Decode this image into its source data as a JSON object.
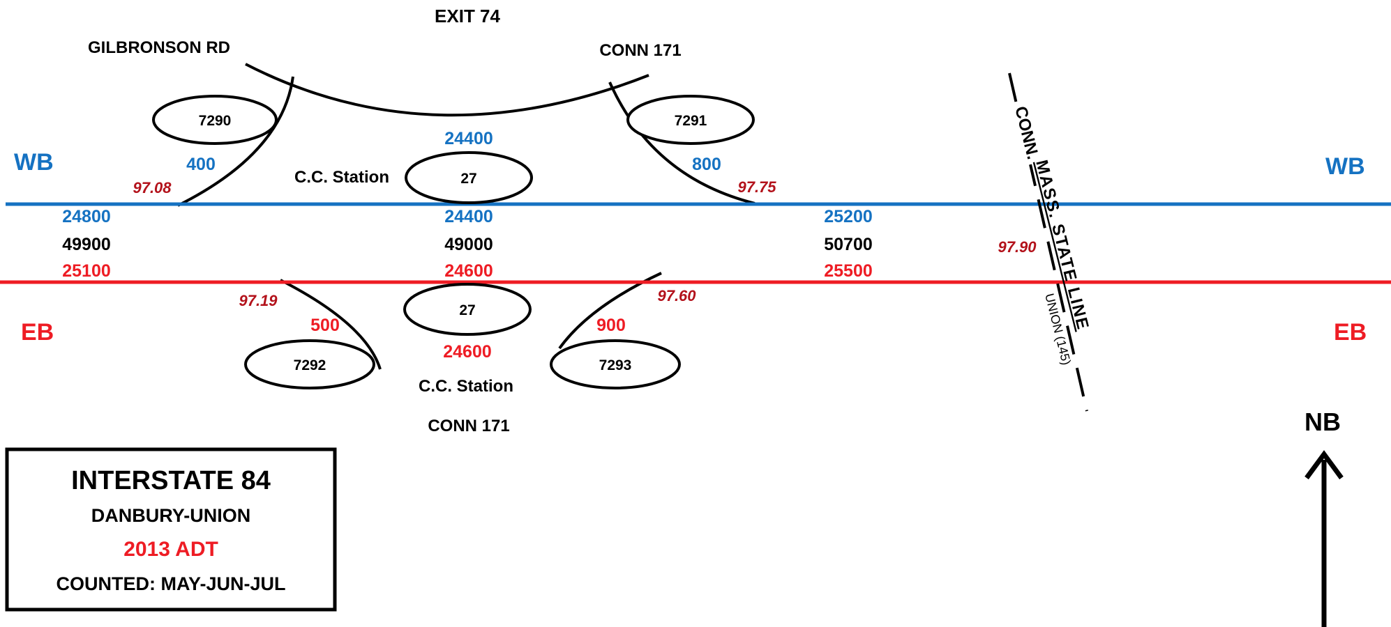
{
  "colors": {
    "wb": "#1572c2",
    "eb": "#ee1c24",
    "milepost": "#b3121b"
  },
  "header": {
    "exit": "EXIT 74",
    "left_road": "GILBRONSON RD",
    "right_road": "CONN 171"
  },
  "sides": {
    "wb_left": "WB",
    "wb_right": "WB",
    "eb_left": "EB",
    "eb_right": "EB"
  },
  "stations": {
    "s7290": "7290",
    "s7291": "7291",
    "s7292": "7292",
    "s7293": "7293",
    "s27_wb": "27",
    "s27_eb": "27",
    "cc_wb": "C.C. Station",
    "cc_eb": "C.C. Station"
  },
  "ramps": {
    "wb_off": "400",
    "wb_on": "800",
    "eb_on": "500",
    "eb_off": "900"
  },
  "station_counts": {
    "wb_top": "24400",
    "eb_bottom": "24600"
  },
  "mainline": {
    "left": {
      "wb": "24800",
      "total": "49900",
      "eb": "25100"
    },
    "center": {
      "wb": "24400",
      "total": "49000",
      "eb": "24600"
    },
    "right": {
      "wb": "25200",
      "total": "50700",
      "eb": "25500"
    }
  },
  "mileposts": {
    "m1": "97.08",
    "m2": "97.75",
    "m3": "97.19",
    "m4": "97.60",
    "m5": "97.90"
  },
  "state_line": {
    "conn": "CONN.",
    "mass_line": "MASS. STATE LINE",
    "union": "UNION (145)"
  },
  "bottom_road": "CONN 171",
  "north": {
    "label": "NB",
    "icon": "north-arrow-icon"
  },
  "legend": {
    "title": "INTERSTATE 84",
    "subtitle": "DANBURY-UNION",
    "year": "2013 ADT",
    "counted": "COUNTED: MAY-JUN-JUL"
  }
}
